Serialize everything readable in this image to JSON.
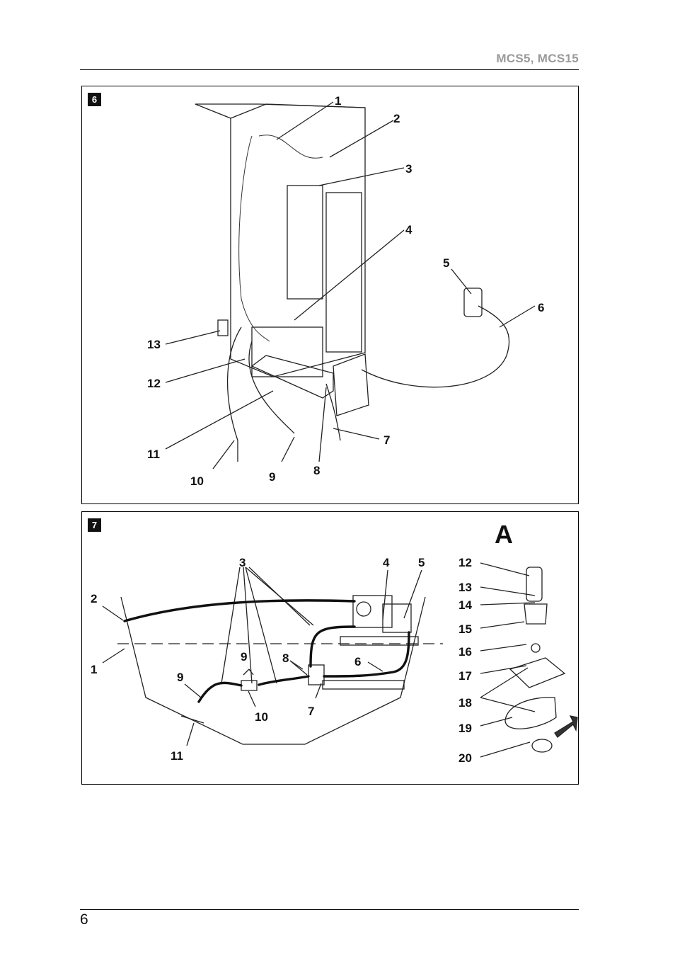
{
  "header": {
    "model": "MCS5, MCS15"
  },
  "figure6": {
    "number": "6",
    "labels": [
      "1",
      "2",
      "3",
      "4",
      "5",
      "6",
      "7",
      "8",
      "9",
      "10",
      "11",
      "12",
      "13"
    ]
  },
  "figure7": {
    "number": "7",
    "detail_letter": "A",
    "labels_main": [
      "1",
      "2",
      "3",
      "4",
      "5",
      "6",
      "7",
      "8",
      "9",
      "9",
      "10",
      "11"
    ],
    "labels_detail": [
      "12",
      "13",
      "14",
      "15",
      "16",
      "17",
      "18",
      "19",
      "20"
    ]
  },
  "footer": {
    "page": "6"
  }
}
